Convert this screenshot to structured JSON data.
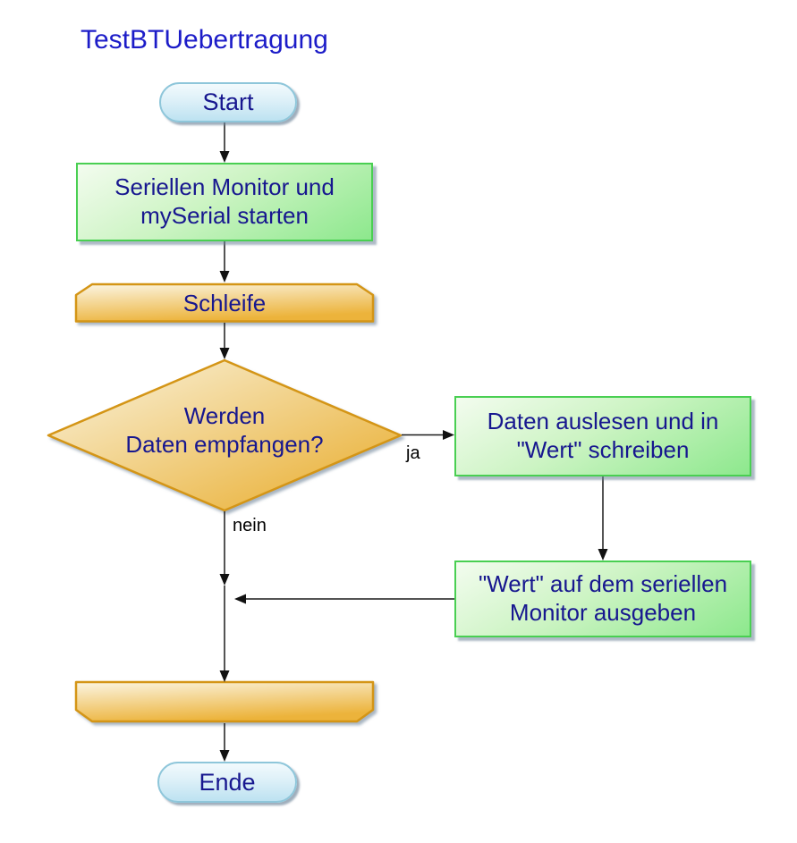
{
  "title": "TestBTUebertragung",
  "nodes": {
    "start": {
      "label": "Start"
    },
    "init": {
      "line1": "Seriellen Monitor und",
      "line2": "mySerial starten"
    },
    "loop_begin": {
      "label": "Schleife"
    },
    "decision": {
      "line1": "Werden",
      "line2": "Daten empfangen?"
    },
    "read": {
      "line1": "Daten auslesen und in",
      "line2": "\"Wert\" schreiben"
    },
    "print": {
      "line1": "\"Wert\" auf dem seriellen",
      "line2": "Monitor ausgeben"
    },
    "loop_end": {
      "label": ""
    },
    "end": {
      "label": "Ende"
    }
  },
  "edges": {
    "yes_label": "ja",
    "no_label": "nein"
  },
  "colors": {
    "title_text": "#1c1cc8",
    "node_text": "#17178f",
    "green_border": "#49cf52",
    "green_fill_light": "#f3fcef",
    "green_fill_dark": "#8de88d",
    "orange_border": "#d49516",
    "orange_fill_light": "#fbf5e3",
    "orange_fill_dark": "#ecb33b",
    "blue_border": "#8ec6da",
    "blue_fill_light": "#f2fafd",
    "blue_fill_dark": "#bde2f1",
    "connector_line": "#1a1a1a"
  }
}
